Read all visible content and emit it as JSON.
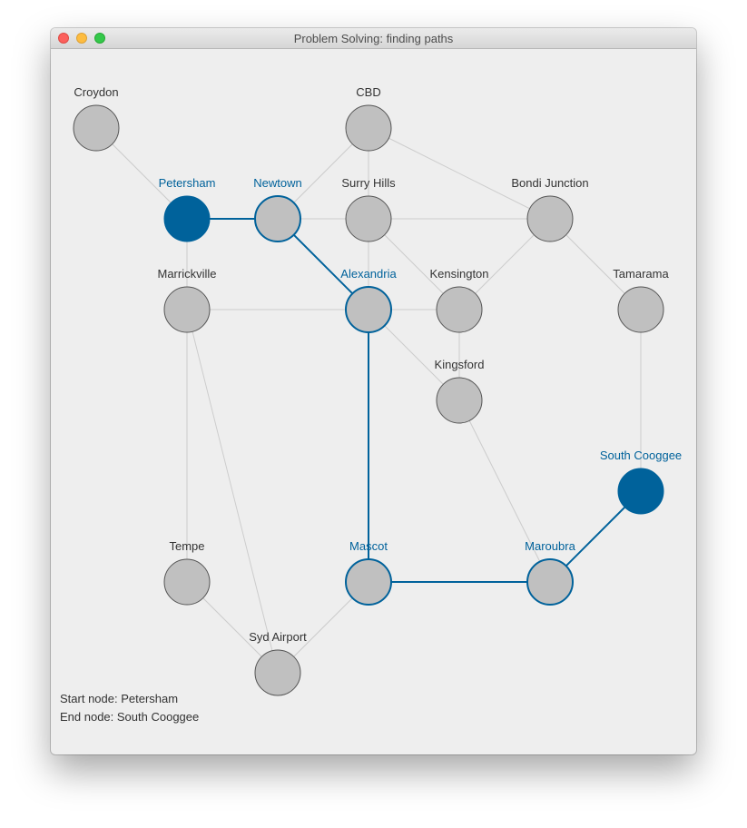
{
  "window": {
    "title": "Problem Solving: finding paths"
  },
  "colors": {
    "path": "#00629b",
    "node_fill": "#c0c0c0",
    "node_stroke": "#555555",
    "edge": "#cccccc",
    "label": "#333333"
  },
  "graph": {
    "nodes": [
      {
        "id": "croydon",
        "label": "Croydon",
        "state": "normal"
      },
      {
        "id": "cbd",
        "label": "CBD",
        "state": "normal"
      },
      {
        "id": "petersham",
        "label": "Petersham",
        "state": "endpoint"
      },
      {
        "id": "newtown",
        "label": "Newtown",
        "state": "path"
      },
      {
        "id": "surry-hills",
        "label": "Surry Hills",
        "state": "normal"
      },
      {
        "id": "bondi-junction",
        "label": "Bondi Junction",
        "state": "normal"
      },
      {
        "id": "marrickville",
        "label": "Marrickville",
        "state": "normal"
      },
      {
        "id": "alexandria",
        "label": "Alexandria",
        "state": "path"
      },
      {
        "id": "kensington",
        "label": "Kensington",
        "state": "normal"
      },
      {
        "id": "tamarama",
        "label": "Tamarama",
        "state": "normal"
      },
      {
        "id": "kingsford",
        "label": "Kingsford",
        "state": "normal"
      },
      {
        "id": "south-cooggee",
        "label": "South Cooggee",
        "state": "endpoint"
      },
      {
        "id": "tempe",
        "label": "Tempe",
        "state": "normal"
      },
      {
        "id": "mascot",
        "label": "Mascot",
        "state": "path"
      },
      {
        "id": "maroubra",
        "label": "Maroubra",
        "state": "path"
      },
      {
        "id": "syd-airport",
        "label": "Syd Airport",
        "state": "normal"
      }
    ],
    "edges": [
      {
        "from": "croydon",
        "to": "petersham",
        "path": false
      },
      {
        "from": "cbd",
        "to": "newtown",
        "path": false
      },
      {
        "from": "cbd",
        "to": "surry-hills",
        "path": false
      },
      {
        "from": "cbd",
        "to": "bondi-junction",
        "path": false
      },
      {
        "from": "petersham",
        "to": "newtown",
        "path": true
      },
      {
        "from": "petersham",
        "to": "marrickville",
        "path": false
      },
      {
        "from": "newtown",
        "to": "surry-hills",
        "path": false
      },
      {
        "from": "newtown",
        "to": "alexandria",
        "path": true
      },
      {
        "from": "surry-hills",
        "to": "bondi-junction",
        "path": false
      },
      {
        "from": "surry-hills",
        "to": "alexandria",
        "path": false
      },
      {
        "from": "surry-hills",
        "to": "kensington",
        "path": false
      },
      {
        "from": "bondi-junction",
        "to": "kensington",
        "path": false
      },
      {
        "from": "bondi-junction",
        "to": "tamarama",
        "path": false
      },
      {
        "from": "marrickville",
        "to": "alexandria",
        "path": false
      },
      {
        "from": "marrickville",
        "to": "tempe",
        "path": false
      },
      {
        "from": "marrickville",
        "to": "syd-airport",
        "path": false
      },
      {
        "from": "alexandria",
        "to": "kensington",
        "path": false
      },
      {
        "from": "alexandria",
        "to": "kingsford",
        "path": false
      },
      {
        "from": "alexandria",
        "to": "mascot",
        "path": true
      },
      {
        "from": "kensington",
        "to": "kingsford",
        "path": false
      },
      {
        "from": "kingsford",
        "to": "maroubra",
        "path": false
      },
      {
        "from": "tamarama",
        "to": "south-cooggee",
        "path": false
      },
      {
        "from": "mascot",
        "to": "maroubra",
        "path": true
      },
      {
        "from": "mascot",
        "to": "syd-airport",
        "path": false
      },
      {
        "from": "maroubra",
        "to": "south-cooggee",
        "path": true
      },
      {
        "from": "tempe",
        "to": "syd-airport",
        "path": false
      }
    ]
  },
  "status": {
    "start": "Start node: Petersham",
    "end": "End node: South Cooggee"
  }
}
